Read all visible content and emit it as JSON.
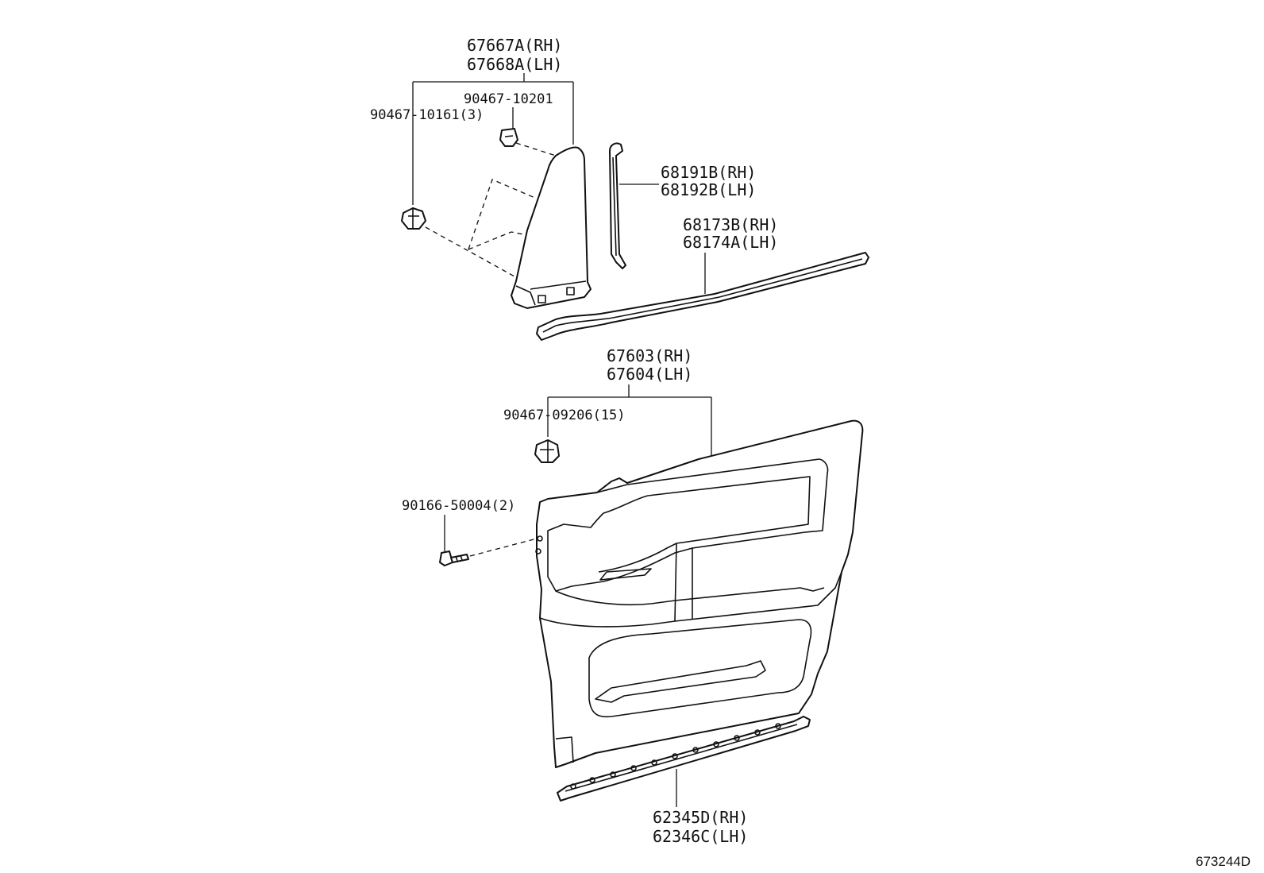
{
  "labels": {
    "pillar_garnish_rh": "67667A(RH)",
    "pillar_garnish_lh": "67668A(LH)",
    "clip_upper": "90467-10201",
    "clip_pillar": "90467-10161(3)",
    "weatherstrip_vertical_rh": "68191B(RH)",
    "weatherstrip_vertical_lh": "68192B(LH)",
    "belt_weatherstrip_rh": "68173B(RH)",
    "belt_weatherstrip_lh": "68174A(LH)",
    "door_trim_board_rh": "67603(RH)",
    "door_trim_board_lh": "67604(LH)",
    "clip_trim": "90467-09206(15)",
    "screw": "90166-50004(2)",
    "scuff_plate_rh": "62345D(RH)",
    "scuff_plate_lh": "62346C(LH)",
    "diagram_id": "673244D"
  }
}
